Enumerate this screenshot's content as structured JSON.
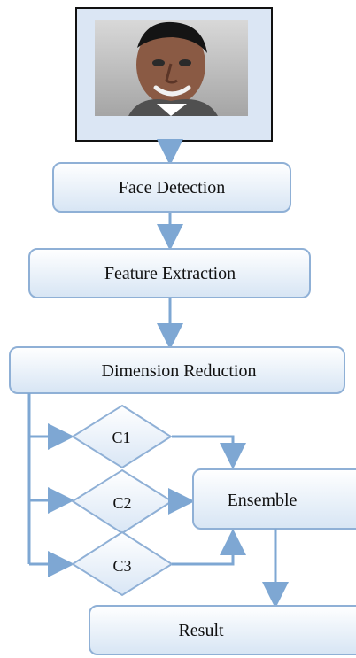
{
  "nodes": {
    "photo": {
      "icon": "person-portrait-photo"
    },
    "face_detection": {
      "label": "Face Detection"
    },
    "feature_extraction": {
      "label": "Feature Extraction"
    },
    "dimension_reduction": {
      "label": "Dimension Reduction"
    },
    "classifiers": [
      {
        "label": "C1"
      },
      {
        "label": "C2"
      },
      {
        "label": "C3"
      }
    ],
    "ensemble": {
      "label": "Ensemble"
    },
    "result": {
      "label": "Result"
    }
  },
  "colors": {
    "box_border": "#8fb0d6",
    "box_fill_top": "#ffffff",
    "box_fill_bottom": "#d7e5f4",
    "arrow": "#7ea7d3",
    "photo_bg": "#dbe6f4",
    "photo_frame": "#111111"
  }
}
